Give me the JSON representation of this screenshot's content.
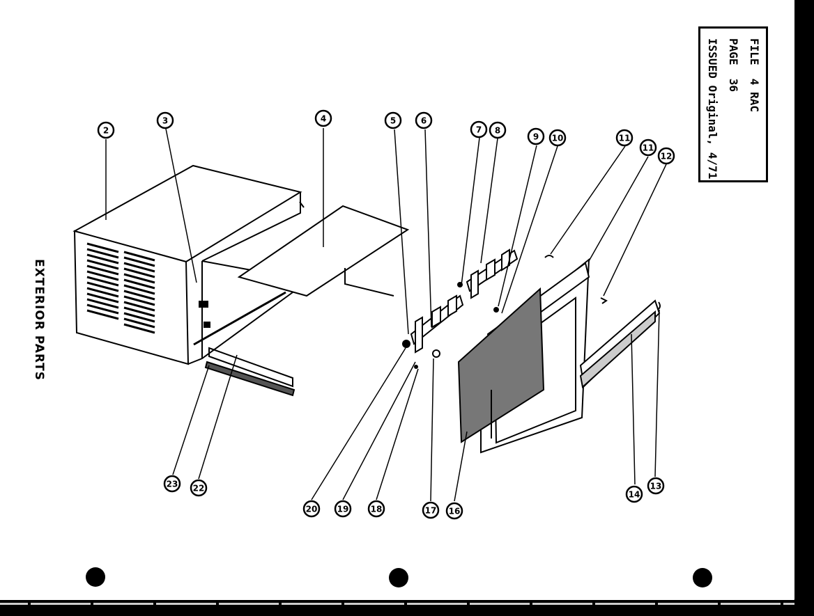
{
  "file_box": {
    "file_label": "FILE",
    "file_value": "4 RAC",
    "page_label": "PAGE",
    "page_value": "36",
    "issued_label": "ISSUED",
    "issued_value": "Original, 4/71"
  },
  "section_title": "EXTERIOR PARTS",
  "callouts": [
    "2",
    "3",
    "4",
    "5",
    "6",
    "7",
    "8",
    "9",
    "10",
    "11",
    "11",
    "12",
    "13",
    "14",
    "16",
    "17",
    "18",
    "19",
    "20",
    "22",
    "23"
  ]
}
